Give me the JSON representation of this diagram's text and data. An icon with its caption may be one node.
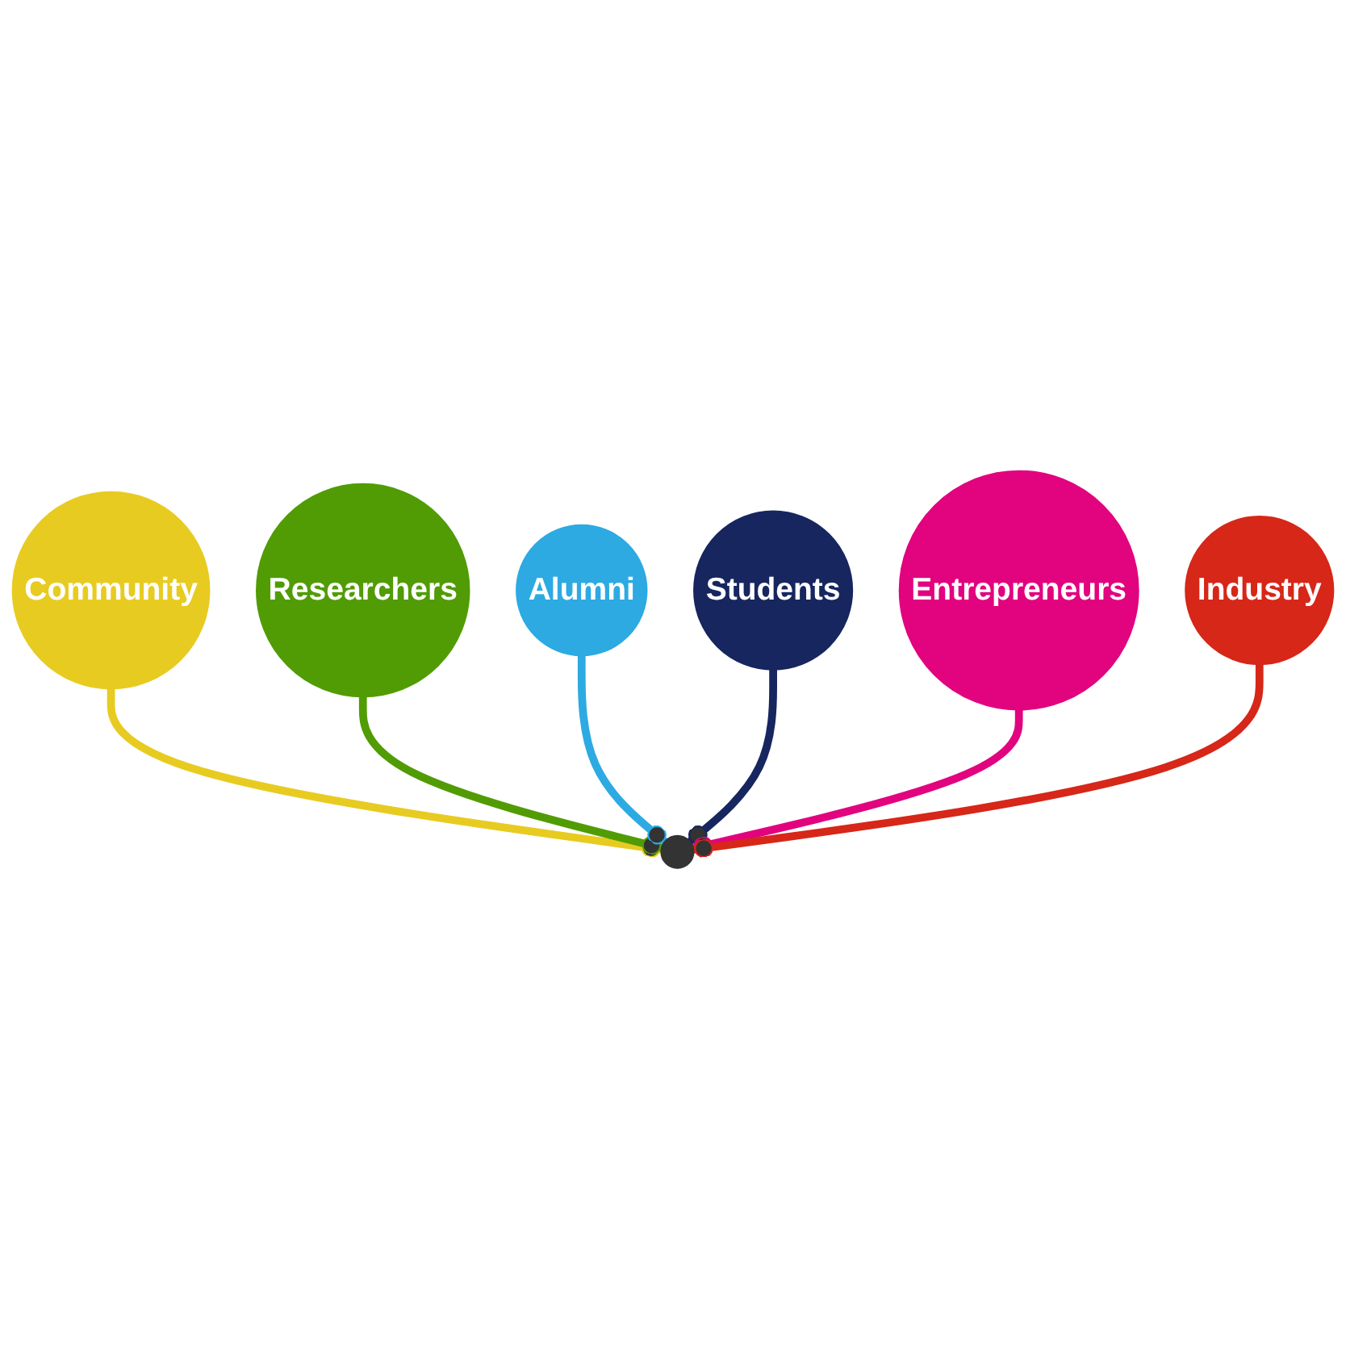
{
  "diagram": {
    "nodes": [
      {
        "text": [],
        "shape": "circle"
      },
      {
        "text": [
          "Community"
        ]
      },
      {
        "text": [
          "Researchers"
        ]
      },
      {
        "text": [
          "Alumni"
        ]
      },
      {
        "text": [
          "Students"
        ]
      },
      {
        "text": [
          "Entrepreneurs"
        ]
      },
      {
        "text": [
          "Industry"
        ]
      }
    ],
    "edges": [
      {
        "from": 1,
        "to": 0,
        "arrow": "other",
        "color": "#e8cb21"
      },
      {
        "from": 2,
        "to": 0,
        "arrow": "other",
        "color": "#519c05"
      },
      {
        "from": 3,
        "to": 0,
        "arrow": "other",
        "color": "#2daae2"
      },
      {
        "from": 4,
        "to": 0,
        "arrow": "other",
        "color": "#17265f"
      },
      {
        "from": 5,
        "to": 0,
        "arrow": "other",
        "color": "#e2037f"
      },
      {
        "from": 6,
        "to": 0,
        "arrow": "other",
        "color": "#d62718"
      }
    ]
  }
}
